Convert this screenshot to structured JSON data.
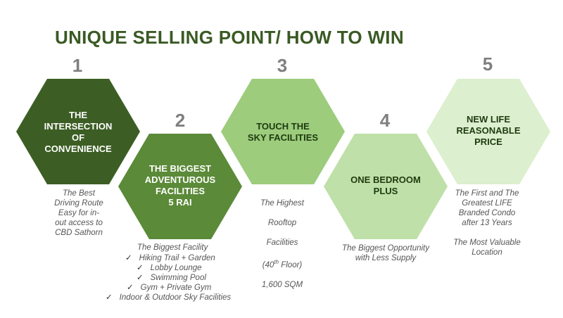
{
  "title": "UNIQUE SELLING POINT/ HOW TO WIN",
  "colors": {
    "title": "#3a5a24",
    "step1": "#3c5e24",
    "step2": "#5b8a38",
    "step3": "#9ccc7c",
    "step4": "#bfe0a8",
    "step5": "#dcefce"
  },
  "steps": [
    {
      "number": "1",
      "label": "THE\nINTERSECTION\nOF\nCONVENIENCE",
      "description": "The Best\nDriving Route\nEasy for in-\nout access to\nCBD Sathorn"
    },
    {
      "number": "2",
      "label": "THE BIGGEST\nADVENTUROUS\nFACILITIES\n5 RAI",
      "list_title": "The Biggest Facility",
      "list_items": [
        "Hiking Trail + Garden",
        "Lobby Lounge",
        "Swimming Pool",
        "Gym + Private Gym",
        "Indoor & Outdoor Sky Facilities"
      ]
    },
    {
      "number": "3",
      "label": "TOUCH THE\nSKY FACILITIES",
      "description_lines": [
        "The Highest",
        "Rooftop",
        "Facilities"
      ],
      "floor_prefix": "(40",
      "floor_sup": "th",
      "floor_suffix": " Floor)",
      "area": "1,600 SQM"
    },
    {
      "number": "4",
      "label": "ONE BEDROOM\nPLUS",
      "description": "The Biggest Opportunity\nwith Less Supply"
    },
    {
      "number": "5",
      "label": "NEW LIFE\nREASONABLE\nPRICE",
      "description": "The First and The\nGreatest LIFE\nBranded Condo\nafter 13 Years\n\nThe Most Valuable\nLocation"
    }
  ]
}
